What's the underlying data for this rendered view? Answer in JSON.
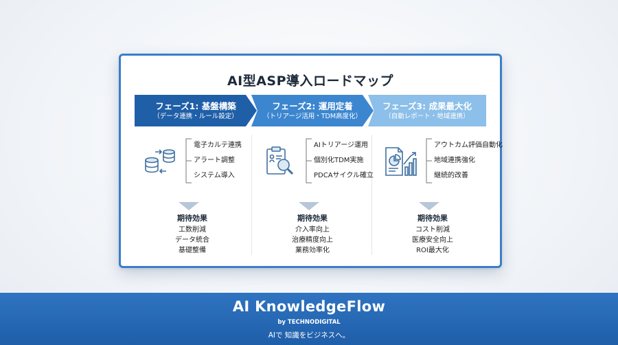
{
  "roadmap": {
    "title": "AI型ASP導入ロードマップ",
    "phases": [
      {
        "title": "フェーズ1: 基盤構築",
        "subtitle": "（データ連携・ルール設定）",
        "icon": "database-sync-icon",
        "items": [
          "電子カルテ連携",
          "アラート調整",
          "システム導入"
        ],
        "effects_heading": "期待効果",
        "effects": [
          "工数削減",
          "データ統合",
          "基礎整備"
        ]
      },
      {
        "title": "フェーズ2: 運用定着",
        "subtitle": "（トリアージ活用・TDM高度化）",
        "icon": "clipboard-search-icon",
        "items": [
          "AIトリアージ運用",
          "個別化TDM実施",
          "PDCAサイクル確立"
        ],
        "effects_heading": "期待効果",
        "effects": [
          "介入率向上",
          "治療精度向上",
          "業務効率化"
        ]
      },
      {
        "title": "フェーズ3: 成果最大化",
        "subtitle": "（自動レポート・地域連携）",
        "icon": "report-chart-icon",
        "items": [
          "アウトカム評価自動化",
          "地域連携強化",
          "継続的改善"
        ],
        "effects_heading": "期待効果",
        "effects": [
          "コスト削減",
          "医療安全向上",
          "ROI最大化"
        ]
      }
    ]
  },
  "footer": {
    "brand": "AI KnowledgeFlow",
    "byline": "by TECHNODIGITAL",
    "tagline": "AIで 知識をビジネスへ。"
  },
  "colors": {
    "phase1": "#1f5fa8",
    "phase2": "#3c86d0",
    "phase3": "#8cbfe9",
    "footer": "#2a6cb8",
    "icon": "#3f6f9f"
  }
}
